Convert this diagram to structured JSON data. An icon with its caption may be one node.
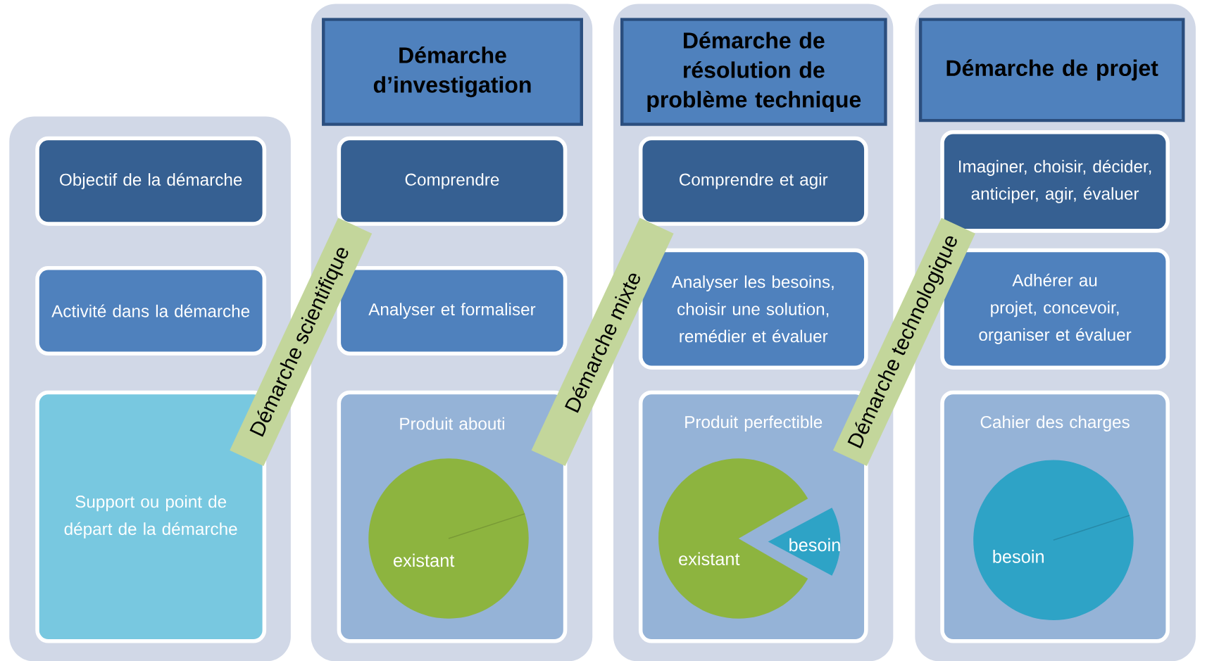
{
  "diagram": {
    "nodes": [
      {
        "text": [],
        "shape": "box"
      },
      {
        "text": [
          "Objectif de la démarche"
        ],
        "in": 0
      },
      {
        "text": [
          "Activité dans la démarche"
        ],
        "in": 0
      },
      {
        "text": [
          "Support ou point de départ de la démarche"
        ],
        "in": 0
      },
      {
        "text": [],
        "shape": "box"
      },
      {
        "text": [
          "Démarche d’investigation"
        ],
        "in": 4
      },
      {
        "text": [
          "Comprendre"
        ],
        "in": 4
      },
      {
        "text": [
          "Analyser et formaliser"
        ],
        "in": 4
      },
      {
        "text": [
          "Produit abouti"
        ],
        "in": 4
      },
      {
        "text": [
          "existant"
        ],
        "in": 8
      },
      {
        "text": [],
        "shape": "box"
      },
      {
        "text": [
          "Démarche de résolution de problème technique"
        ],
        "in": 10
      },
      {
        "text": [
          "Comprendre et agir"
        ],
        "in": 10
      },
      {
        "text": [
          "Analyser les besoins, choisir une solution, remédier et évaluer"
        ],
        "in": 10
      },
      {
        "text": [
          "Produit perfectible"
        ],
        "in": 10
      },
      {
        "text": [
          "existant",
          "besoin"
        ],
        "in": 14
      },
      {
        "text": [],
        "shape": "box"
      },
      {
        "text": [
          "Démarche de projet"
        ],
        "in": 16
      },
      {
        "text": [
          "Imaginer, choisir, décider, anticiper, agir, évaluer"
        ],
        "in": 16
      },
      {
        "text": [
          "Adhérer au projet, concevoir, organiser et évaluer"
        ],
        "in": 16
      },
      {
        "text": [
          "Cahier des charges"
        ],
        "in": 16
      },
      {
        "text": [
          "besoin"
        ],
        "in": 20
      },
      {
        "text": [
          "Démarche scientifique"
        ]
      },
      {
        "text": [
          "Démarche mixte"
        ]
      },
      {
        "text": [
          "Démarche technologique"
        ]
      }
    ]
  }
}
